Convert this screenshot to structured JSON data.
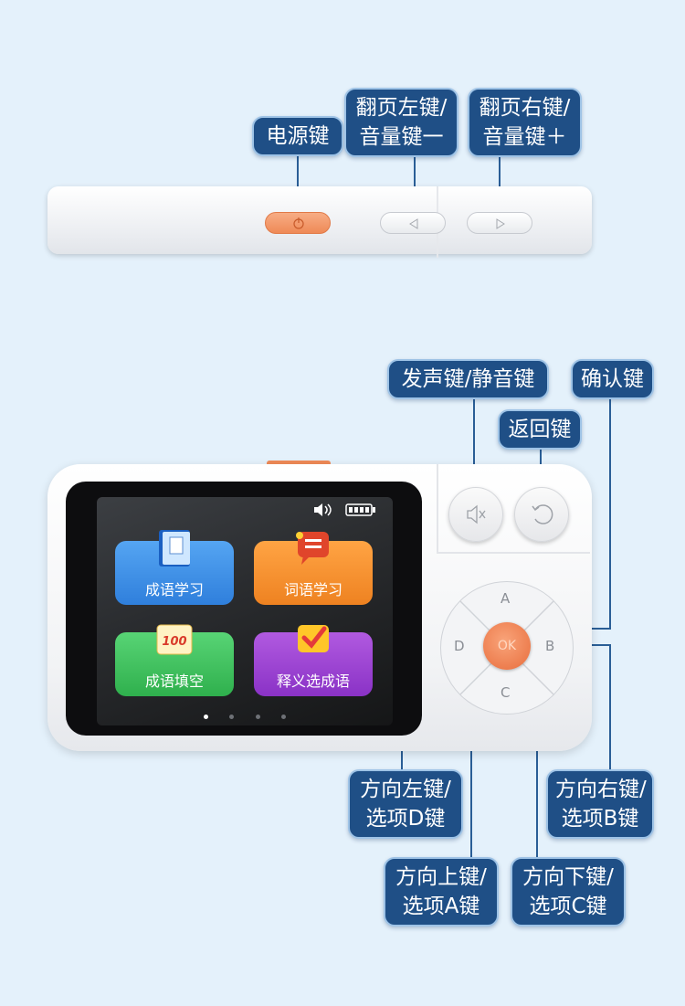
{
  "top_view": {
    "callouts": {
      "power": [
        "电源键"
      ],
      "page_left": [
        "翻页左键/",
        "音量键一"
      ],
      "page_right": [
        "翻页右键/",
        "音量键＋"
      ]
    },
    "colors": {
      "power_button": "#f39a6c"
    }
  },
  "front_view": {
    "callouts": {
      "sound_mute": [
        "发声键/静音键"
      ],
      "confirm": [
        "确认键"
      ],
      "back": [
        "返回键"
      ],
      "dir_left": [
        "方向左键/",
        "选项D键"
      ],
      "dir_right": [
        "方向右键/",
        "选项B键"
      ],
      "dir_up": [
        "方向上键/",
        "选项A键"
      ],
      "dir_down": [
        "方向下键/",
        "选项C键"
      ]
    },
    "screen": {
      "tiles": [
        {
          "label": "成语学习",
          "icon": "book-icon",
          "color": "#3c8fe6"
        },
        {
          "label": "词语学习",
          "icon": "chat-icon",
          "color": "#f08a2a"
        },
        {
          "label": "成语填空",
          "icon": "score-100-icon",
          "color": "#3fbf5c"
        },
        {
          "label": "释义选成语",
          "icon": "check-box-icon",
          "color": "#9b3fd1"
        }
      ],
      "page_dots": 4,
      "active_dot": 0,
      "status_icons": [
        "speaker-icon",
        "battery-icon"
      ]
    },
    "keys": {
      "up": "A",
      "right": "B",
      "down": "C",
      "left": "D",
      "ok": "OK"
    },
    "colors": {
      "ok_button": "#ee7a47",
      "callout_bg": "#1f4f86"
    }
  }
}
